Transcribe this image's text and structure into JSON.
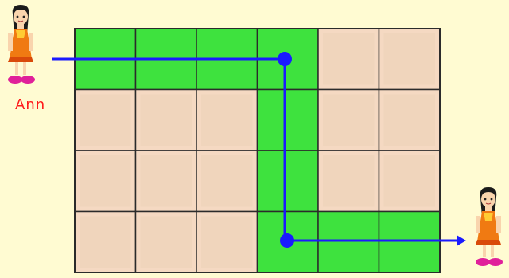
{
  "puzzle": {
    "rows": 4,
    "cols": 6,
    "path_cells": [
      [
        0,
        0
      ],
      [
        0,
        1
      ],
      [
        0,
        2
      ],
      [
        0,
        3
      ],
      [
        1,
        3
      ],
      [
        2,
        3
      ],
      [
        3,
        3
      ],
      [
        3,
        4
      ],
      [
        3,
        5
      ]
    ],
    "colors": {
      "background": "#fffbd2",
      "cell": "#f5d9c2",
      "cell_highlight": "#ecd0b6",
      "path": "#3ee23e",
      "grid_line": "#2b2b2b",
      "route": "#1a1aff",
      "node": "#1a1aff"
    }
  },
  "characters": [
    {
      "name": "Ann",
      "icon": "girl-character"
    },
    {
      "name": "",
      "icon": "girl-character"
    }
  ],
  "ann_label": "Ann"
}
